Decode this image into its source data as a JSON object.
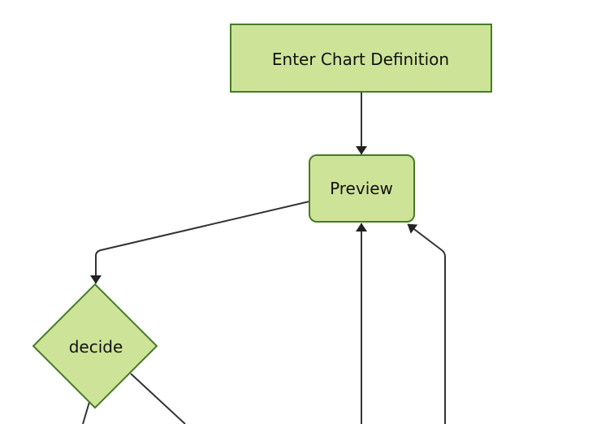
{
  "diagram": {
    "type": "flowchart",
    "direction": "top-down",
    "background": "#ffffff",
    "theme": {
      "node_fill": "#cde498",
      "node_border": "#467b27",
      "edge_color": "#333333",
      "arrowhead_color": "#222222",
      "label_color": "#111111"
    },
    "nodes": {
      "enter": {
        "label": "Enter Chart Definition",
        "shape": "rectangle"
      },
      "preview": {
        "label": "Preview",
        "shape": "rounded-rectangle"
      },
      "decide": {
        "label": "decide",
        "shape": "diamond"
      }
    },
    "edges": [
      {
        "from": "enter",
        "to": "preview",
        "arrow": true
      },
      {
        "from": "preview",
        "to": "decide",
        "arrow": true
      },
      {
        "from": "offscreen-bottom",
        "to": "preview",
        "arrow": true
      },
      {
        "from": "offscreen-bottom-right",
        "to": "preview",
        "arrow": true
      },
      {
        "from": "decide",
        "to": "offscreen-bottom-left",
        "arrow": false
      },
      {
        "from": "decide",
        "to": "offscreen-bottom-right",
        "arrow": false
      }
    ]
  }
}
